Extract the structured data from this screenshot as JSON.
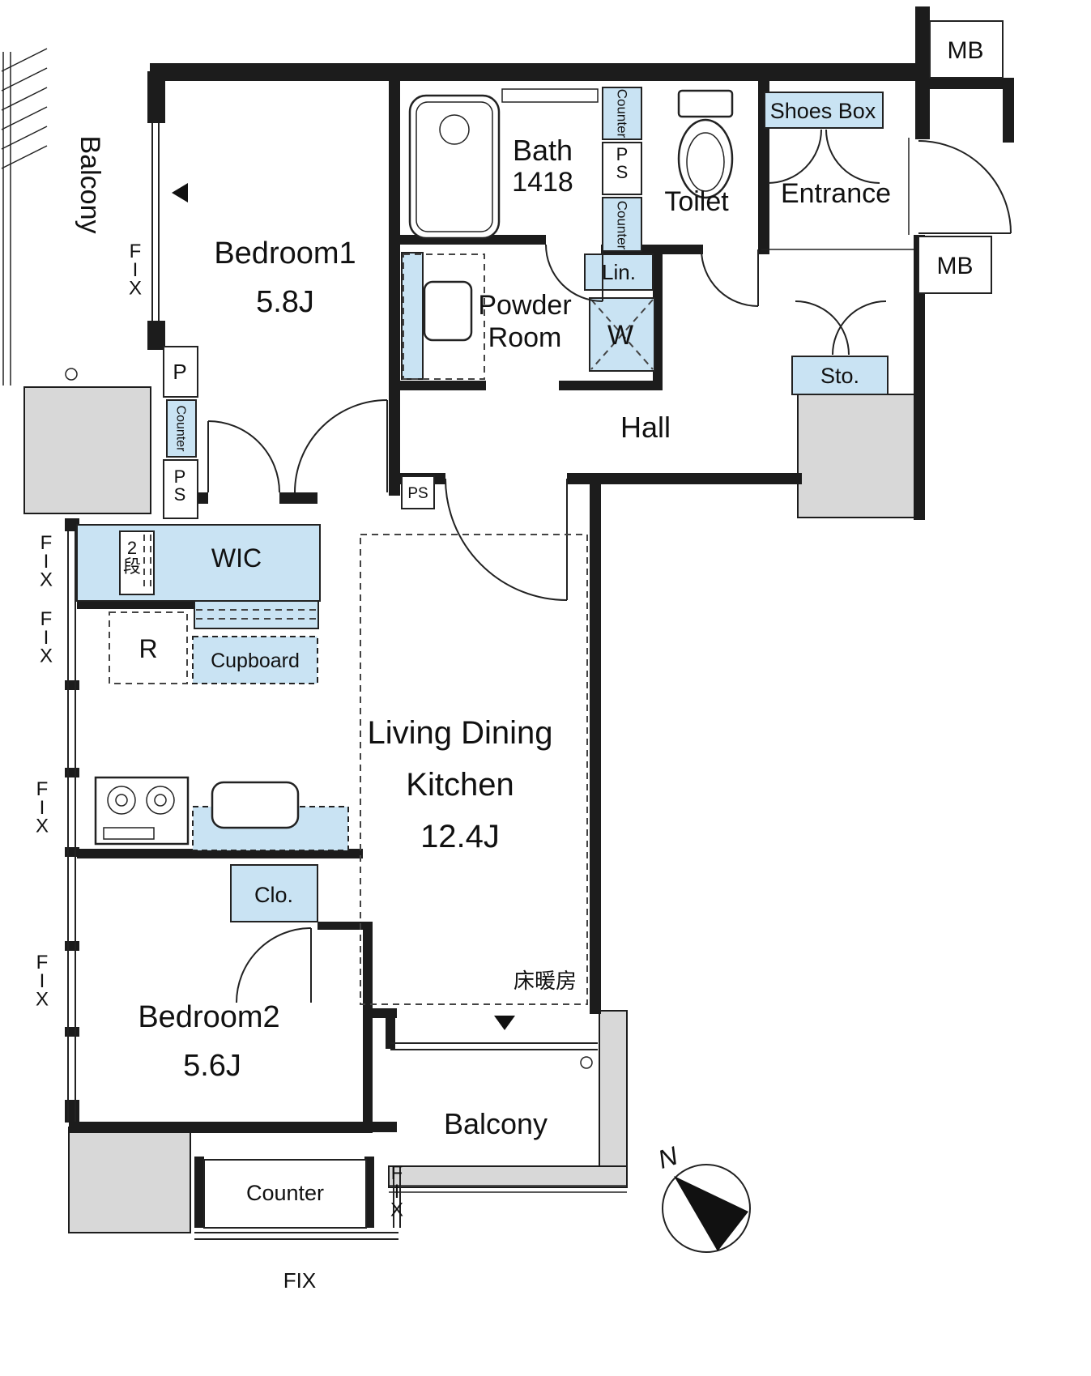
{
  "colors": {
    "highlight": "#c9e3f3",
    "wall": "#1c1c1c",
    "slab": "#d8d8d8",
    "line": "#222222"
  },
  "rooms": {
    "balcony_top": "Balcony",
    "bedroom1": {
      "name": "Bedroom1",
      "size": "5.8J"
    },
    "bath": {
      "name": "Bath",
      "size": "1418"
    },
    "toilet": "Toilet",
    "entrance": "Entrance",
    "powder_room": {
      "line1": "Powder",
      "line2": "Room"
    },
    "hall": "Hall",
    "wic": "WIC",
    "ldk": {
      "line1": "Living Dining",
      "line2": "Kitchen",
      "size": "12.4J"
    },
    "bedroom2": {
      "name": "Bedroom2",
      "size": "5.6J"
    },
    "balcony_bottom": "Balcony"
  },
  "fixtures": {
    "shoes_box": "Shoes Box",
    "mb": "MB",
    "linen": "Lin.",
    "washer": "W",
    "storage": "Sto.",
    "counter": "Counter",
    "counter_bottom": "Counter",
    "ps": "PS",
    "p": "P",
    "fix": "FIX",
    "two_tier": "2段",
    "refrigerator": "R",
    "cupboard": "Cupboard",
    "closet": "Clo.",
    "floor_heating": "床暖房",
    "north": "N"
  }
}
